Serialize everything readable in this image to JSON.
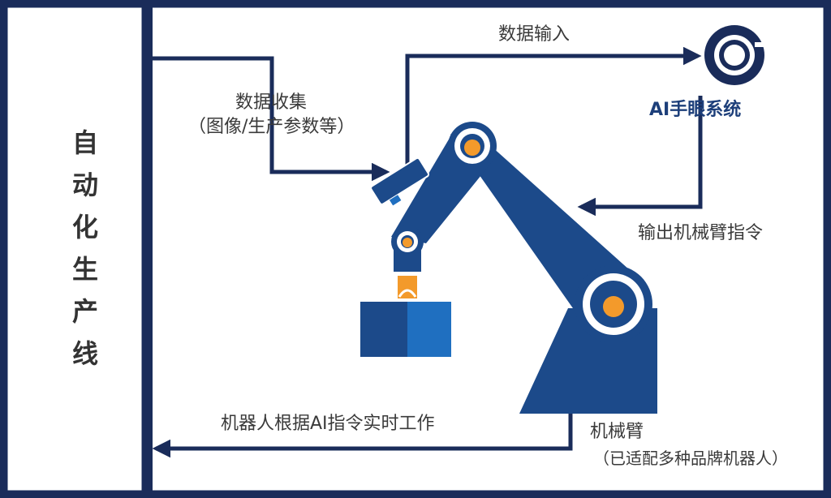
{
  "production_line": {
    "label_chars": [
      "自",
      "动",
      "化",
      "生",
      "产",
      "线"
    ]
  },
  "flows": {
    "data_collection": "数据收集",
    "data_collection_detail": "（图像/生产参数等）",
    "data_input": "数据输入",
    "output_command": "输出机械臂指令",
    "robot_work": "机器人根据AI指令实时工作"
  },
  "ai_system": {
    "name": "AI手眼系统"
  },
  "robot_arm": {
    "label": "机械臂",
    "detail": "（已适配多种品牌机器人）"
  },
  "colors": {
    "frame": "#1a2c5a",
    "arm": "#1c4a8a",
    "joint_ring": "#ffffff",
    "joint_center": "#f39a2b",
    "box_dark": "#1c4a8a",
    "box_light": "#1f6fc0",
    "gripper_tip": "#e8212a"
  }
}
